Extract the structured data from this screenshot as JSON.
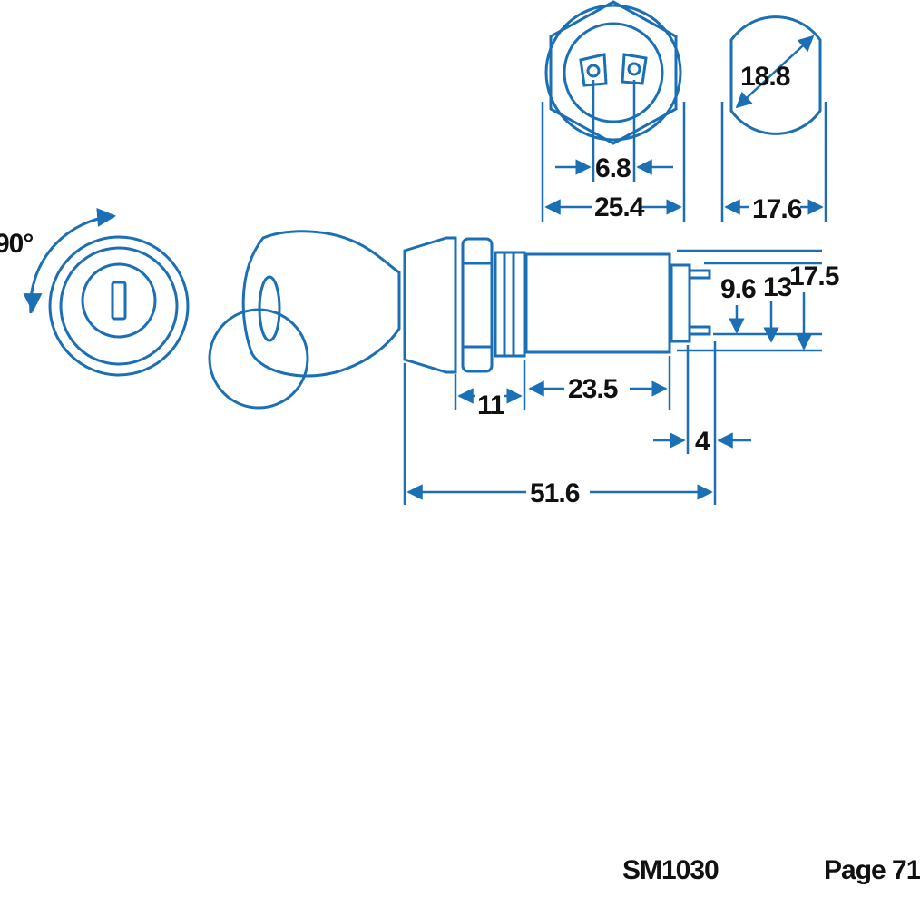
{
  "colors": {
    "line": "#1a6fb5",
    "text": "#111111",
    "background": "#ffffff"
  },
  "labels": {
    "rotation": "90°",
    "across_flats": "18.8",
    "pin_pitch": "6.8",
    "hex_width": "25.4",
    "body_width": "17.6",
    "pin_height_9_6": "9.6",
    "pin_height_13": "13",
    "pin_height_17_5": "17.5",
    "thread_length": "11",
    "body_length": "23.5",
    "pin_length": "4",
    "overall_length": "51.6"
  },
  "footer": {
    "part_code": "SM1030",
    "page": "Page 71"
  }
}
